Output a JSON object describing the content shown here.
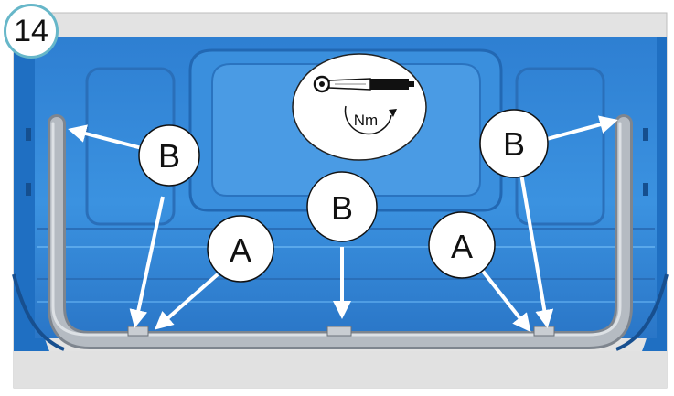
{
  "step": {
    "number": "14"
  },
  "callouts": {
    "b_left_top": "B",
    "b_left_mid": "B",
    "b_center": "B",
    "b_right_top": "B",
    "a_left": "A",
    "a_right": "A"
  },
  "torque": {
    "unit_label": "Nm",
    "icon": "torque-wrench-icon"
  },
  "colors": {
    "body_blue": "#2f86d8",
    "body_blue_light": "#5aa8ea",
    "bar_grey": "#a4aab2",
    "frame_grey": "#e2e2e2",
    "badge_border": "#67b7c9"
  }
}
